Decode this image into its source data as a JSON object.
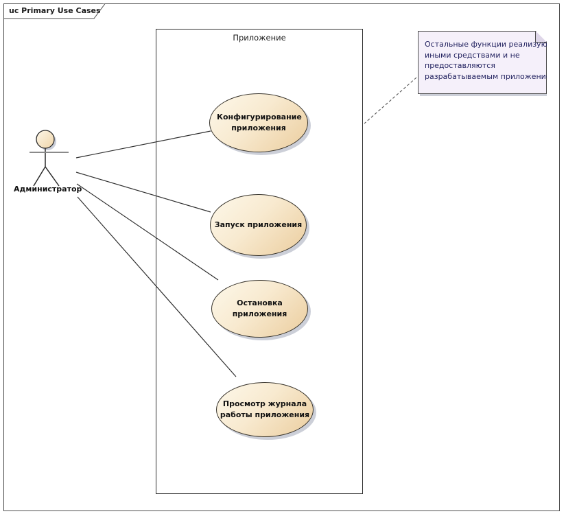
{
  "frame": {
    "title": "uc Primary Use Cases"
  },
  "system_boundary": {
    "label": "Приложение"
  },
  "actor": {
    "label": "Администратор"
  },
  "use_cases": [
    {
      "label": "Конфигурирование приложения"
    },
    {
      "label": "Запуск приложения"
    },
    {
      "label": "Остановка приложения"
    },
    {
      "label": "Просмотр журнала работы приложения"
    }
  ],
  "note": {
    "lines": [
      "Остальные функции реализуются",
      "иными средствами и не",
      "предоставляются",
      "разрабатываемым приложением"
    ]
  },
  "colors": {
    "usecase_fill_light": "#fdf8ea",
    "usecase_fill_dark": "#ebcd9e",
    "usecase_border": "#36322a",
    "note_background": "#f5f0fa",
    "note_text": "#232360",
    "shadow": "#aaafbe",
    "line": "#2e2e2e",
    "frame_border": "#4c4c4c"
  }
}
